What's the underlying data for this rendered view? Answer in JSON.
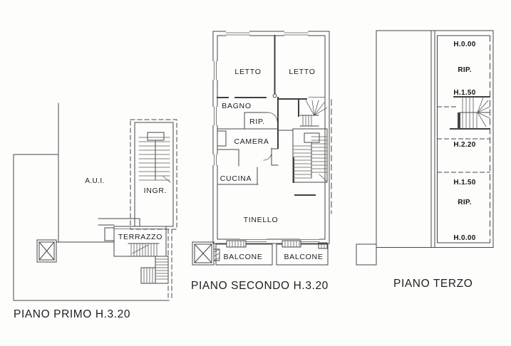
{
  "colors": {
    "line": "#474747",
    "text": "#1c1c1c",
    "background": "#fdfdfc"
  },
  "plans": {
    "primo": {
      "title": "PIANO PRIMO H.3.20",
      "rooms": {
        "aui": "A.U.I.",
        "ingresso": "INGR.",
        "terrazzo": "TERRAZZO"
      }
    },
    "secondo": {
      "title": "PIANO SECONDO H.3.20",
      "rooms": {
        "letto_left": "LETTO",
        "letto_right": "LETTO",
        "bagno": "BAGNO",
        "ripostiglio": "RIP.",
        "camera": "CAMERA",
        "cucina": "CUCINA",
        "tinello": "TINELLO",
        "balcone_left": "BALCONE",
        "balcone_right": "BALCONE"
      }
    },
    "terzo": {
      "title": "PIANO TERZO",
      "labels": {
        "h_top": "H.0.00",
        "rip_top": "RIP.",
        "h_mid_top": "H.1.50",
        "h_center": "H.2.20",
        "h_mid_bottom": "H.1.50",
        "rip_bottom": "RIP.",
        "h_bottom": "H.0.00"
      }
    }
  }
}
